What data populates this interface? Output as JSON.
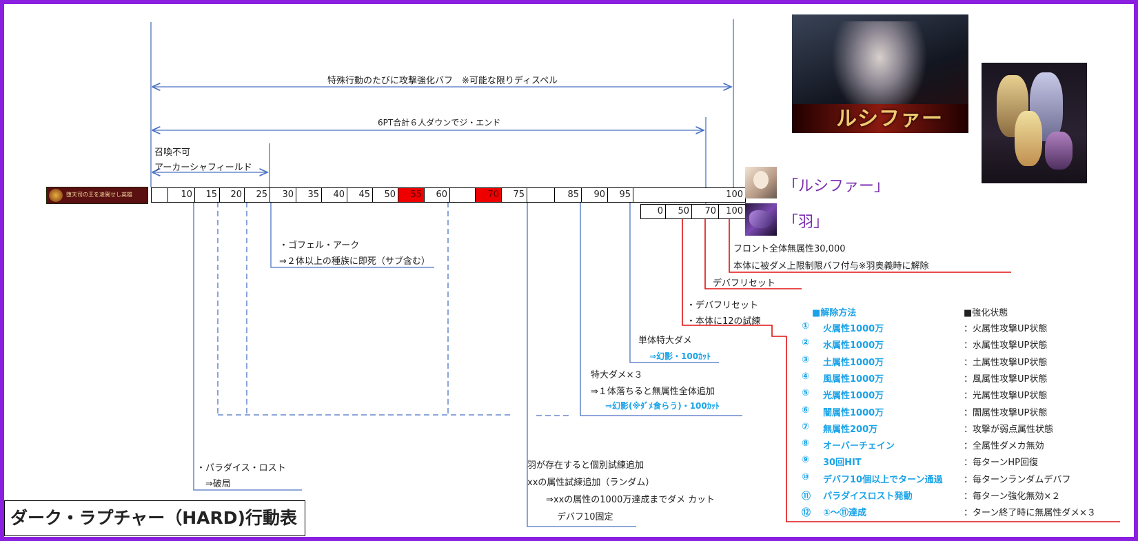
{
  "title": "ダーク・ラプチャー（HARD)行動表",
  "header_badge": "堕天司の王を凌駕せし英雄",
  "brackets": {
    "attack_buff": "特殊行動のたびに攻撃強化バフ　※可能な限りディスペル",
    "game_end": "6PT合計６人ダウンでジ・エンド",
    "no_summon": "召喚不可",
    "field": "アーカーシャフィールド"
  },
  "timeline_main": [
    "",
    "10",
    "15",
    "20",
    "25",
    "30",
    "35",
    "40",
    "45",
    "50",
    "55",
    "60",
    "",
    "70",
    "75",
    "",
    "85",
    "90",
    "95",
    "100"
  ],
  "timeline_main_red": [
    "55",
    "70"
  ],
  "timeline_wing": [
    "0",
    "50",
    "70",
    "100"
  ],
  "bosses": {
    "lucifer": "「ルシファー」",
    "wing": "「羽」"
  },
  "notes": {
    "paradise_1": "・パラダイス・ロスト",
    "paradise_2": "⇒破局",
    "gofel_1": "・ゴフェル・アーク",
    "gofel_2": "⇒２体以上の種族に即死（サブ含む）",
    "wing_100_1": "フロント全体無属性30,000",
    "wing_100_2": "本体に被ダメ上限制限バフ付与※羽奥義時に解除",
    "wing_70": "デバフリセット",
    "wing_50_1": "・デバフリセット",
    "wing_50_2": "・本体に12の試練",
    "hp95_1": "単体特大ダメ",
    "hp95_2": "⇒幻影・100ｶｯﾄ",
    "hp85_1": "特大ダメ×３",
    "hp85_2": "⇒１体落ちると無属性全体追加",
    "hp85_3": "⇒幻影(※ﾀﾞﾒ食らう)・100ｶｯﾄ",
    "hp75_1": "羽が存在すると個別試練追加",
    "hp75_2": "xxの属性試練追加（ランダム）",
    "hp75_3": "⇒xxの属性の1000万達成までダメ カット",
    "hp75_4": "デバフ10固定"
  },
  "trials_header": {
    "method": "■解除方法",
    "status": "■強化状態"
  },
  "trials": [
    {
      "num": "①",
      "method": "火属性1000万",
      "status": "：火属性攻撃UP状態"
    },
    {
      "num": "②",
      "method": "水属性1000万",
      "status": "：水属性攻撃UP状態"
    },
    {
      "num": "③",
      "method": "土属性1000万",
      "status": "：土属性攻撃UP状態"
    },
    {
      "num": "④",
      "method": "風属性1000万",
      "status": "：風属性攻撃UP状態"
    },
    {
      "num": "⑤",
      "method": "光属性1000万",
      "status": "：光属性攻撃UP状態"
    },
    {
      "num": "⑥",
      "method": "闇属性1000万",
      "status": "：闇属性攻撃UP状態"
    },
    {
      "num": "⑦",
      "method": "無属性200万",
      "status": "：攻撃が弱点属性状態"
    },
    {
      "num": "⑧",
      "method": "オーバーチェイン",
      "status": "：全属性ダメカ無効"
    },
    {
      "num": "⑨",
      "method": "30回HIT",
      "status": "：毎ターンHP回復"
    },
    {
      "num": "⑩",
      "method": "デバフ10個以上でターン通過",
      "status": "：毎ターンランダムデバフ"
    },
    {
      "num": "⑪",
      "method": "パラダイスロスト発動",
      "status": "：毎ターン強化無効×２"
    },
    {
      "num": "⑫",
      "method": "①～⑪達成",
      "status": "：ターン終了時に無属性ダメ×３"
    }
  ],
  "banner_text": "ルシファー",
  "colors": {
    "frame": "#8a1fe0",
    "line_blue": "#4a72c4",
    "line_red": "#e01010",
    "trial_blue": "#1aa3e8",
    "boss_label": "#7a2fb0"
  }
}
